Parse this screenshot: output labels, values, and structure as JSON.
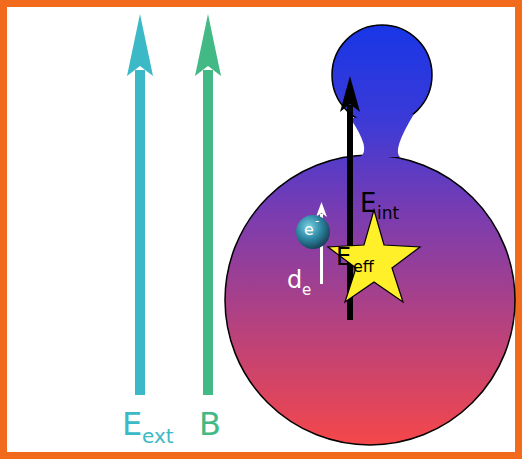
{
  "diagram": {
    "labels": [
      "E",
      "ext",
      "B",
      "E",
      "int",
      "e",
      "-",
      "d",
      "e",
      "E",
      "eff"
    ]
  }
}
